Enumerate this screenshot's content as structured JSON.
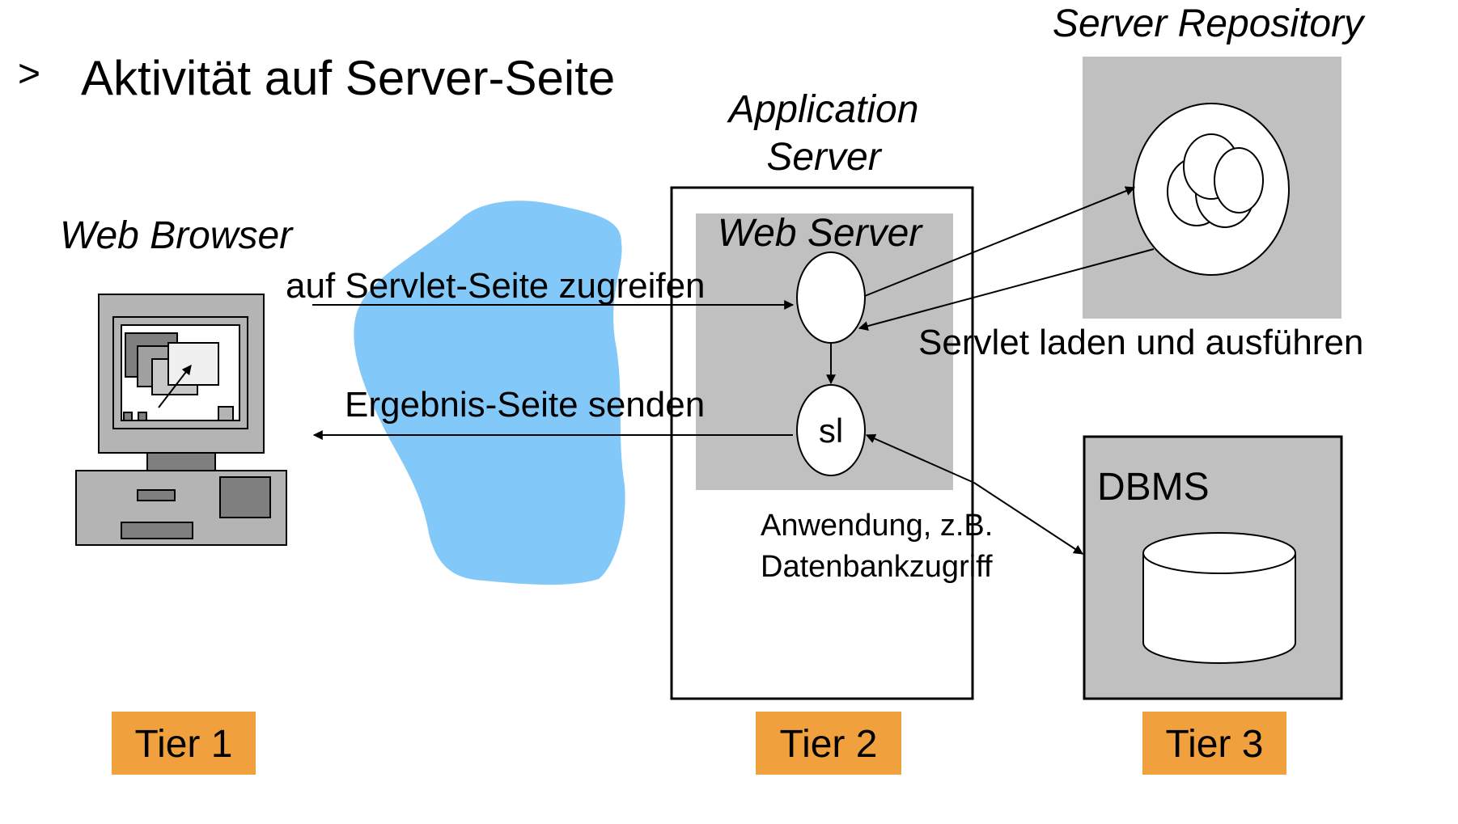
{
  "slide": {
    "bullet": ">",
    "title": "Aktivität auf Server-Seite"
  },
  "labels": {
    "web_browser": "Web Browser",
    "application_server_line1": "Application",
    "application_server_line2": "Server",
    "web_server": "Web Server",
    "server_repository": "Server Repository",
    "dbms": "DBMS",
    "servlet_node": "sl"
  },
  "arrows": {
    "request": "auf Servlet-Seite zugreifen",
    "response": "Ergebnis-Seite senden",
    "load": "Servlet laden und ausführen",
    "db_access_line1": "Anwendung, z.B.",
    "db_access_line2": "Datenbankzugriff"
  },
  "tiers": [
    "Tier 1",
    "Tier 2",
    "Tier 3"
  ],
  "colors": {
    "tier_badge": "#f0a03c",
    "network_cloud": "#82c8f8",
    "panel_gray": "#c0c0c0",
    "computer_gray": "#b4b4b4"
  }
}
